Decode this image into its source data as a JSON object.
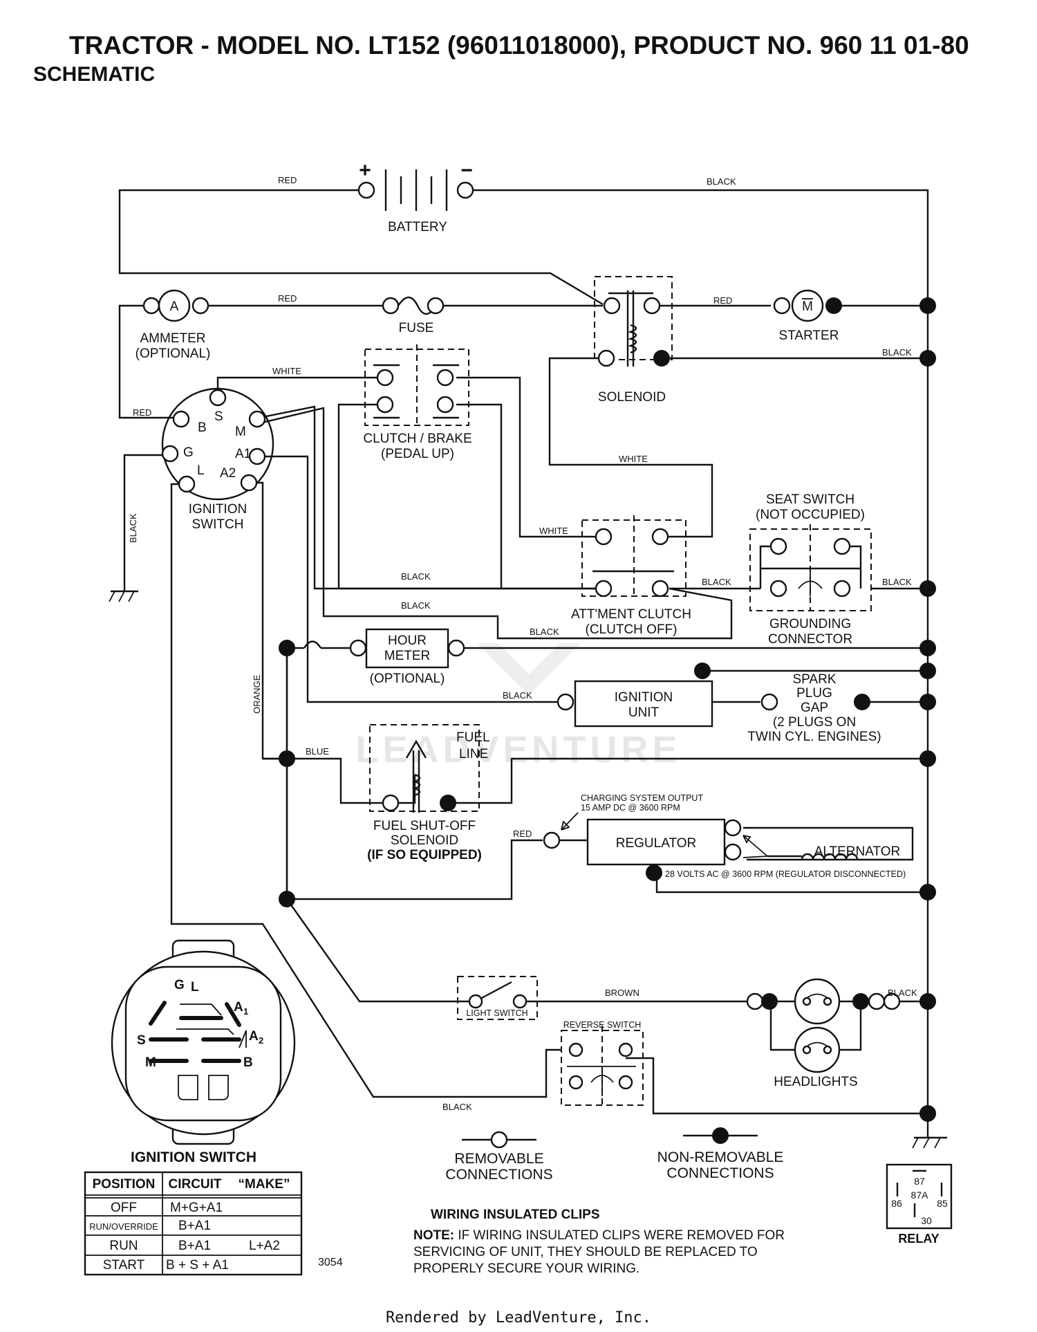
{
  "header": {
    "title": "TRACTOR - MODEL NO. LT152 (96011018000), PRODUCT NO. 960 11 01-80",
    "subtitle": "SCHEMATIC"
  },
  "wire_colors": {
    "red": "RED",
    "black": "BLACK",
    "white": "WHITE",
    "orange": "ORANGE",
    "blue": "BLUE",
    "brown": "BROWN"
  },
  "components": {
    "battery": "BATTERY",
    "ammeter_symbol": "A",
    "ammeter": "AMMETER",
    "ammeter_opt": "(OPTIONAL)",
    "fuse": "FUSE",
    "solenoid": "SOLENOID",
    "starter_symbol": "M",
    "starter": "STARTER",
    "clutch_brake_1": "CLUTCH / BRAKE",
    "clutch_brake_2": "(PEDAL UP)",
    "ignition_switch_1": "IGNITION",
    "ignition_switch_2": "SWITCH",
    "terminal_b": "B",
    "terminal_s": "S",
    "terminal_m": "M",
    "terminal_g": "G",
    "terminal_a1": "A1",
    "terminal_l": "L",
    "terminal_a2": "A2",
    "seat_switch_1": "SEAT SWITCH",
    "seat_switch_2": "(NOT OCCUPIED)",
    "grounding_1": "GROUNDING",
    "grounding_2": "CONNECTOR",
    "attment_clutch_1": "ATT'MENT CLUTCH",
    "attment_clutch_2": "(CLUTCH OFF)",
    "hour_meter_1": "HOUR",
    "hour_meter_2": "METER",
    "hour_meter_opt": "(OPTIONAL)",
    "ignition_unit_1": "IGNITION",
    "ignition_unit_2": "UNIT",
    "spark_1": "SPARK",
    "spark_2": "PLUG",
    "spark_3": "GAP",
    "spark_4": "(2 PLUGS ON",
    "spark_5": "TWIN CYL. ENGINES)",
    "fuel_line_1": "FUEL",
    "fuel_line_2": "LINE",
    "fuel_solenoid_1": "FUEL SHUT-OFF",
    "fuel_solenoid_2": "SOLENOID",
    "fuel_solenoid_3": "(IF SO EQUIPPED)",
    "charging_1": "CHARGING SYSTEM OUTPUT",
    "charging_2": "15 AMP DC @ 3600 RPM",
    "regulator": "REGULATOR",
    "alternator": "ALTERNATOR",
    "alternator_note": "28 VOLTS AC @ 3600 RPM (REGULATOR DISCONNECTED)",
    "light_switch": "LIGHT SWITCH",
    "reverse_switch": "REVERSE SWITCH",
    "headlights": "HEADLIGHTS"
  },
  "legend": {
    "removable_1": "REMOVABLE",
    "removable_2": "CONNECTIONS",
    "non_removable_1": "NON-REMOVABLE",
    "non_removable_2": "CONNECTIONS"
  },
  "ignition_face": {
    "title": "IGNITION SWITCH",
    "g": "G",
    "l": "L",
    "a1": "A",
    "a1_sub": "1",
    "a2": "A",
    "a2_sub": "2",
    "s": "S",
    "m": "M",
    "b": "B"
  },
  "ignition_table": {
    "headers": [
      "POSITION",
      "CIRCUIT",
      "“MAKE”"
    ],
    "rows": [
      {
        "position": "OFF",
        "circuit": "M+G+A1",
        "extra": ""
      },
      {
        "position": "RUN/OVERRIDE",
        "circuit": "B+A1",
        "extra": ""
      },
      {
        "position": "RUN",
        "circuit": "B+A1",
        "extra": "L+A2"
      },
      {
        "position": "START",
        "circuit": "B + S + A1",
        "extra": ""
      }
    ]
  },
  "diagram_number": "3054",
  "clips": {
    "title": "WIRING INSULATED CLIPS",
    "note_label": "NOTE:",
    "note_1": "IF WIRING INSULATED CLIPS WERE REMOVED FOR",
    "note_2": "SERVICING OF UNIT, THEY SHOULD BE REPLACED TO",
    "note_3": "PROPERLY SECURE YOUR WIRING."
  },
  "relay": {
    "label": "RELAY",
    "p87": "87",
    "p87a": "87A",
    "p86": "86",
    "p85": "85",
    "p30": "30"
  },
  "footer": "Rendered by LeadVenture, Inc.",
  "watermark": "LEADVENTURE"
}
